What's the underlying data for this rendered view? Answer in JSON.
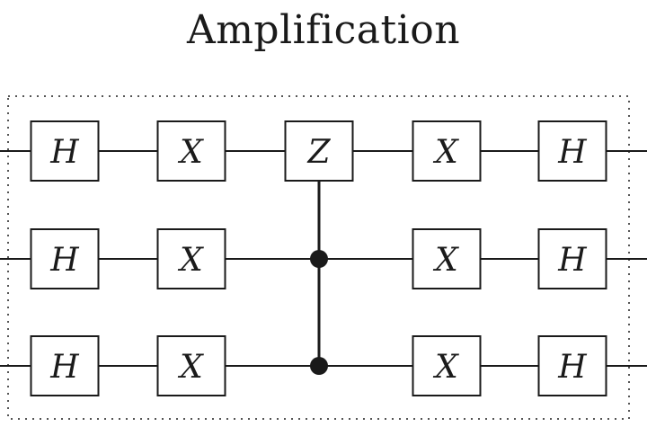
{
  "title": "Amplification",
  "colors": {
    "ink": "#1a1a1a",
    "background": "#ffffff",
    "frame": "#555555"
  },
  "wires": [
    {
      "gates": [
        "H",
        "X",
        "Z",
        "X",
        "H"
      ]
    },
    {
      "gates": [
        "H",
        "X",
        "control",
        "X",
        "H"
      ]
    },
    {
      "gates": [
        "H",
        "X",
        "control",
        "X",
        "H"
      ]
    }
  ],
  "controlled_gate": {
    "target": "Z",
    "target_wire": 1,
    "control_wires": [
      2,
      3
    ]
  }
}
